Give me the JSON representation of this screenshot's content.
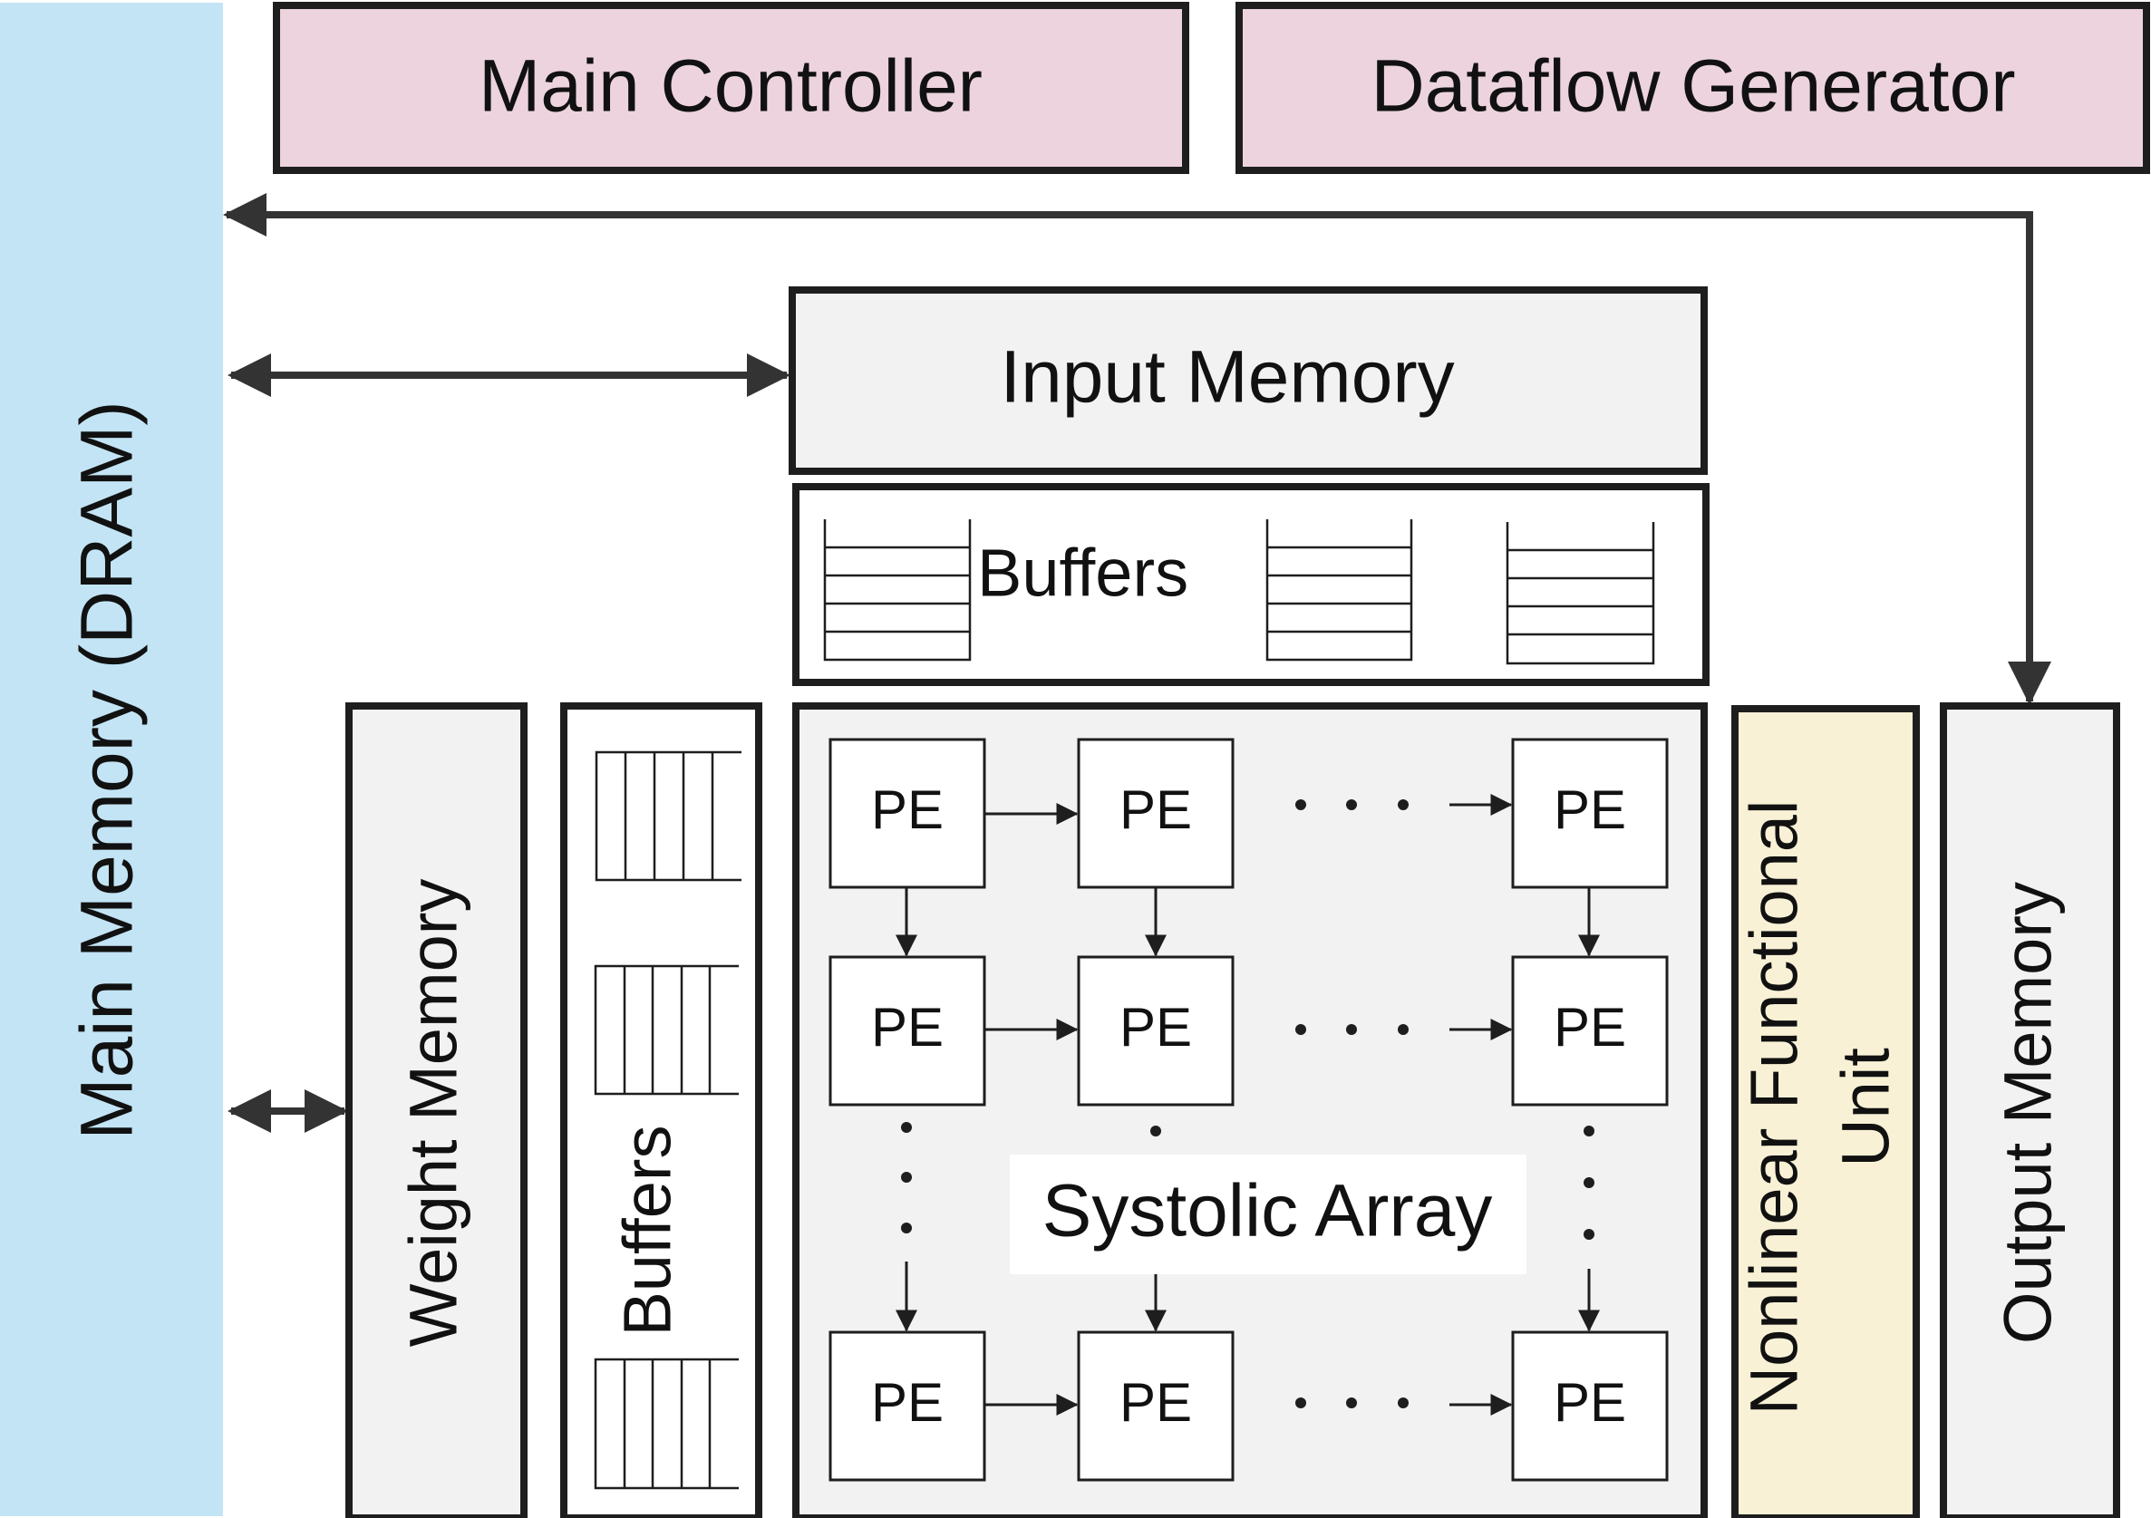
{
  "colors": {
    "dram": "#c3e4f4",
    "controller": "#ecd3de",
    "memory": "#f2f2f2",
    "nonlinear": "#f8f1d6",
    "stroke": "#1e1e1e"
  },
  "blocks": {
    "main_memory": "Main Memory (DRAM)",
    "main_controller": "Main Controller",
    "dataflow_generator": "Dataflow Generator",
    "input_memory": "Input Memory",
    "input_buffers": "Buffers",
    "weight_memory": "Weight Memory",
    "weight_buffers": "Buffers",
    "systolic_array": "Systolic Array",
    "nonlinear_unit_line1": "Nonlinear Functional",
    "nonlinear_unit_line2": "Unit",
    "output_memory": "Output Memory"
  },
  "pe_label": "PE"
}
